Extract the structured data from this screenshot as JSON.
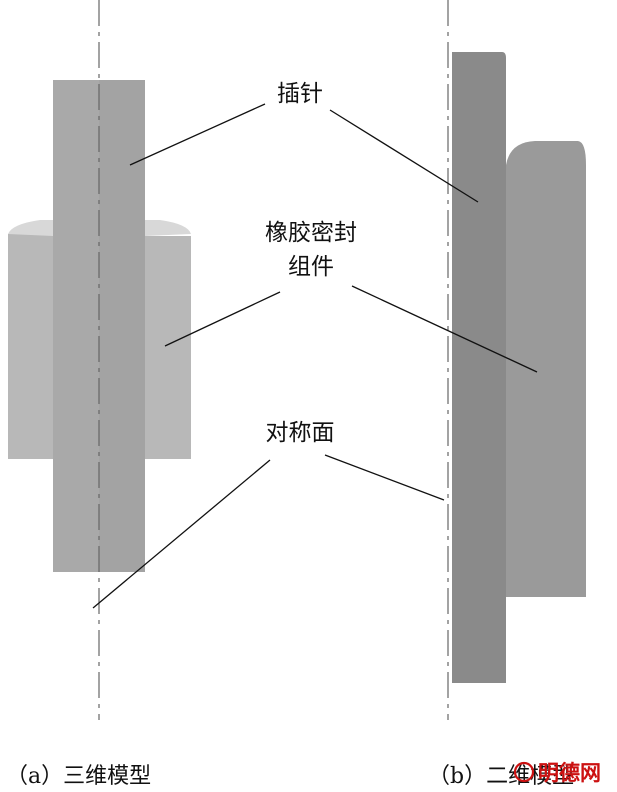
{
  "labels": {
    "pin": "插针",
    "seal_line1": "橡胶密封",
    "seal_line2": "组件",
    "symmetry": "对称面"
  },
  "captions": {
    "a": "（a）三维模型",
    "b": "（b）二维模型"
  },
  "watermark": "明德网",
  "colors": {
    "pin_3d": "#a3a3a3",
    "seal_3d": "#b8b8b8",
    "seal_top": "#d6d6d6",
    "pin_2d": "#8a8a8a",
    "seal_2d": "#9a9a9a",
    "axis": "#666666",
    "leader": "#111111"
  }
}
